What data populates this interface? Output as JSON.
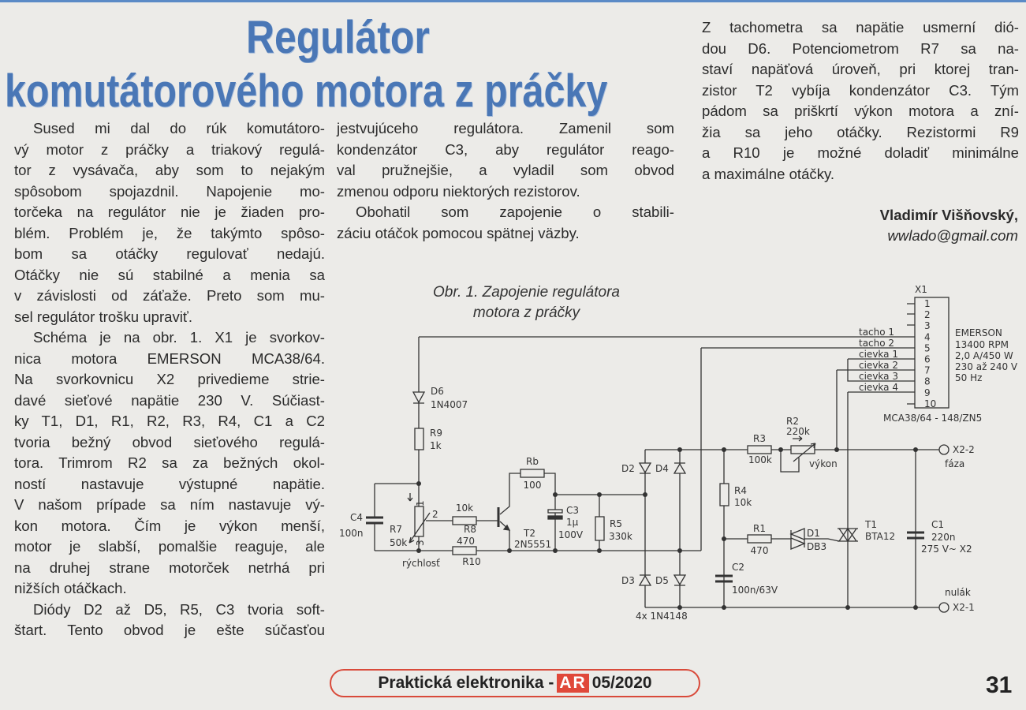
{
  "title": {
    "line1": "Regulátor",
    "line2": "komutátorového motora z práčky"
  },
  "columns": {
    "col1": [
      {
        "t": "Sused mi dal do rúk komutátoro-",
        "ind": true
      },
      {
        "t": "vý motor z práčky a triakový regulá-"
      },
      {
        "t": "tor z vysávača, aby som to nejakým"
      },
      {
        "t": "spôsobom spojazdnil. Napojenie mo-"
      },
      {
        "t": "torčeka na regulátor nie je žiaden pro-"
      },
      {
        "t": "blém. Problém je, že takýmto spôso-"
      },
      {
        "t": "bom sa otáčky regulovať nedajú."
      },
      {
        "t": "Otáčky nie sú stabilné a menia sa"
      },
      {
        "t": "v závislosti od záťaže. Preto som mu-"
      },
      {
        "t": "sel regulátor trošku upraviť.",
        "last": true
      },
      {
        "t": "Schéma je na obr. 1. X1 je svorkov-",
        "ind": true
      },
      {
        "t": "nica motora EMERSON MCA38/64."
      },
      {
        "t": "Na svorkovnicu X2 privedieme strie-"
      },
      {
        "t": "davé sieťové napätie 230 V. Súčiast-"
      },
      {
        "t": "ky T1, D1, R1, R2, R3, R4, C1 a C2"
      },
      {
        "t": "tvoria bežný obvod sieťového regulá-"
      },
      {
        "t": "tora. Trimrom R2 sa za bežných okol-"
      },
      {
        "t": "ností nastavuje výstupné napätie."
      },
      {
        "t": "V našom prípade sa ním nastavuje vý-"
      },
      {
        "t": "kon motora. Čím je výkon menší,"
      },
      {
        "t": "motor je slabší, pomalšie reaguje, ale"
      },
      {
        "t": "na druhej strane motorček netrhá pri"
      },
      {
        "t": "nižších otáčkach.",
        "last": true
      },
      {
        "t": "Diódy D2 až D5, R5, C3 tvoria soft-",
        "ind": true
      },
      {
        "t": "štart. Tento obvod je ešte súčasťou"
      }
    ],
    "col2": [
      {
        "t": "jestvujúceho regulátora. Zamenil som"
      },
      {
        "t": "kondenzátor C3, aby regulátor reago-"
      },
      {
        "t": "val pružnejšie, a vyladil som obvod"
      },
      {
        "t": "zmenou odporu niektorých rezistorov.",
        "last": true
      },
      {
        "t": "Obohatil som zapojenie o stabili-",
        "ind": true
      },
      {
        "t": "záciu otáčok pomocou spätnej väzby."
      }
    ],
    "col3": [
      {
        "t": "Z tachometra sa napätie usmerní dió-"
      },
      {
        "t": "dou D6. Potenciometrom R7 sa na-"
      },
      {
        "t": "staví napäťová úroveň, pri ktorej tran-"
      },
      {
        "t": "zistor T2 vybíja kondenzátor C3. Tým"
      },
      {
        "t": "pádom sa priškrtí výkon motora a zní-"
      },
      {
        "t": "žia sa jeho otáčky. Rezistormi R9"
      },
      {
        "t": "a R10 je možné doladiť minimálne"
      },
      {
        "t": "a maximálne otáčky.",
        "last": true
      }
    ]
  },
  "author": {
    "name": "Vladimír Višňovský,",
    "email": "wwlado@gmail.com"
  },
  "figure": {
    "caption1": "Obr. 1. Zapojenie regulátora",
    "caption2": "motora z práčky",
    "labels": {
      "x1": "X1",
      "pins": [
        "1",
        "2",
        "3",
        "4",
        "5",
        "6",
        "7",
        "8",
        "9",
        "10"
      ],
      "tacho1": "tacho 1",
      "tacho2": "tacho 2",
      "cievka1": "cievka 1",
      "cievka2": "cievka 2",
      "cievka3": "cievka 3",
      "cievka4": "cievka 4",
      "motor1": "EMERSON",
      "motor2": "13400 RPM",
      "motor3": "2,0 A/450 W",
      "motor4": "230 až 240 V",
      "motor5": "50 Hz",
      "motor_type": "MCA38/64 - 148/ZN5",
      "d6": "D6",
      "d6v": "1N4007",
      "r9": "R9",
      "r9v": "1k",
      "c4": "C4",
      "c4v": "100n",
      "r7": "R7",
      "r7v": "50k",
      "rychlost": "rýchlosť",
      "p1": "1",
      "p2": "2",
      "p3": "3",
      "r8": "R8",
      "r8v": "10k",
      "r10": "R10",
      "r10v": "470",
      "rb": "Rb",
      "rbv": "100",
      "t2": "T2",
      "t2v": "2N5551",
      "c3": "C3",
      "c3v": "1µ",
      "c3v2": "100V",
      "r5": "R5",
      "r5v": "330k",
      "d2": "D2",
      "d4": "D4",
      "d3": "D3",
      "d5": "D5",
      "dv": "4x 1N4148",
      "r3": "R3",
      "r3v": "100k",
      "r2": "R2",
      "r2v": "220k",
      "vykon": "výkon",
      "r4": "R4",
      "r4v": "10k",
      "r1": "R1",
      "r1v": "470",
      "d1": "D1",
      "d1v": "DB3",
      "c2": "C2",
      "c2v": "100n/63V",
      "t1": "T1",
      "t1v": "BTA12",
      "c1": "C1",
      "c1v": "220n",
      "c1v2": "275 V~ X2",
      "x22": "X2-2",
      "faza": "fáza",
      "x21": "X2-1",
      "nulak": "nulák"
    }
  },
  "footer": {
    "magazine": "Praktická elektronika -",
    "ar": "AR",
    "issue": "05/2020",
    "page": "31"
  },
  "colors": {
    "title": "#4a77b6",
    "accent": "#e0483a"
  }
}
